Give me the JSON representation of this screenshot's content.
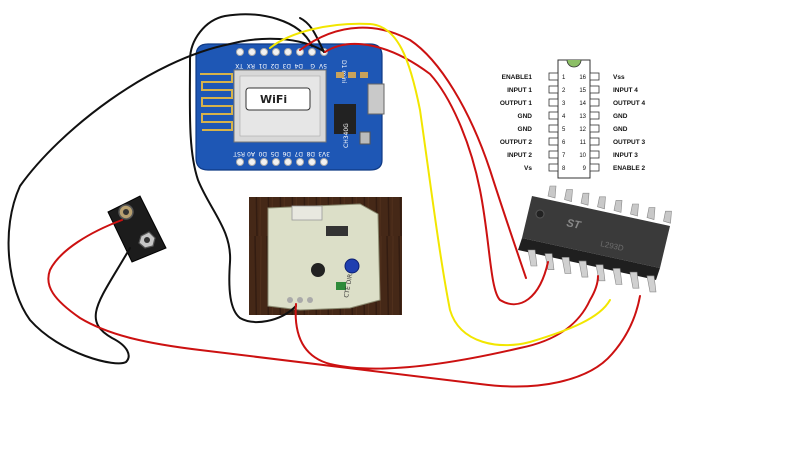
{
  "colors": {
    "wire_black": "#111111",
    "wire_red": "#cc1111",
    "wire_yellow": "#f2e600",
    "board_blue": "#1e57b5",
    "ic_body": "#2a2a2a",
    "ic_pin": "#c8c8c8",
    "pcb_green": "#d9dcc4",
    "wood": "#4a2a18"
  },
  "wemos_board": {
    "wifi_badge": "WiFi",
    "model_label": "D1 mini",
    "top_pins": [
      "5V",
      "G",
      "D4",
      "D3",
      "D2",
      "D1",
      "RX",
      "TX"
    ],
    "bottom_pins": [
      "3V3",
      "D8",
      "D7",
      "D6",
      "D5",
      "D0",
      "A0",
      "RST"
    ],
    "chip_label": "CH340G"
  },
  "battery_clip": {
    "name": "9V battery snap"
  },
  "photo_pcb": {
    "silk_label": "CTE DIR"
  },
  "l293d_pinout": {
    "left": [
      {
        "num": "1",
        "label": "ENABLE1"
      },
      {
        "num": "2",
        "label": "INPUT 1"
      },
      {
        "num": "3",
        "label": "OUTPUT 1"
      },
      {
        "num": "4",
        "label": "GND"
      },
      {
        "num": "5",
        "label": "GND"
      },
      {
        "num": "6",
        "label": "OUTPUT 2"
      },
      {
        "num": "7",
        "label": "INPUT 2"
      },
      {
        "num": "8",
        "label": "Vs"
      }
    ],
    "right": [
      {
        "num": "16",
        "label": "Vss"
      },
      {
        "num": "15",
        "label": "INPUT 4"
      },
      {
        "num": "14",
        "label": "OUTPUT 4"
      },
      {
        "num": "13",
        "label": "GND"
      },
      {
        "num": "12",
        "label": "GND"
      },
      {
        "num": "11",
        "label": "OUTPUT 3"
      },
      {
        "num": "10",
        "label": "INPUT 3"
      },
      {
        "num": "9",
        "label": "ENABLE 2"
      }
    ]
  },
  "ic_photo": {
    "logo": "ST",
    "marking": "L293D"
  }
}
